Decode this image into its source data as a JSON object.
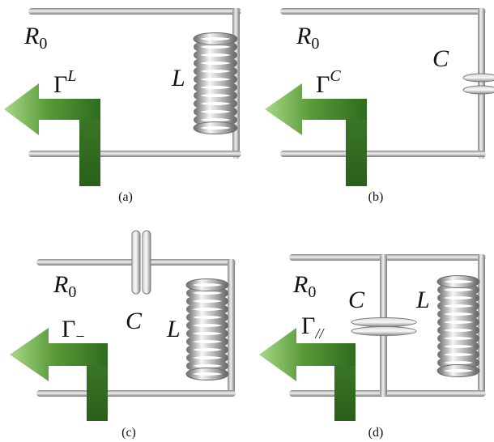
{
  "panels": [
    {
      "id": "a",
      "caption": "(a)",
      "resistance_label": "R",
      "resistance_sub": "0",
      "gamma_symbol": "Γ",
      "gamma_sup": "L",
      "gamma_sub": "",
      "inductor_label": "L",
      "capacitor_label": ""
    },
    {
      "id": "b",
      "caption": "(b)",
      "resistance_label": "R",
      "resistance_sub": "0",
      "gamma_symbol": "Γ",
      "gamma_sup": "C",
      "gamma_sub": "",
      "inductor_label": "",
      "capacitor_label": "C"
    },
    {
      "id": "c",
      "caption": "(c)",
      "resistance_label": "R",
      "resistance_sub": "0",
      "gamma_symbol": "Γ",
      "gamma_sup": "",
      "gamma_sub": "−",
      "inductor_label": "L",
      "capacitor_label": "C"
    },
    {
      "id": "d",
      "caption": "(d)",
      "resistance_label": "R",
      "resistance_sub": "0",
      "gamma_symbol": "Γ",
      "gamma_sup": "",
      "gamma_sub": "//",
      "inductor_label": "L",
      "capacitor_label": "C"
    }
  ],
  "colors": {
    "wire": "#9c9c9c",
    "wire_highlight": "#e6e6e6",
    "arrow_dark": "#2f6b1f",
    "arrow_light": "#9ed27a",
    "text": "#111111"
  }
}
